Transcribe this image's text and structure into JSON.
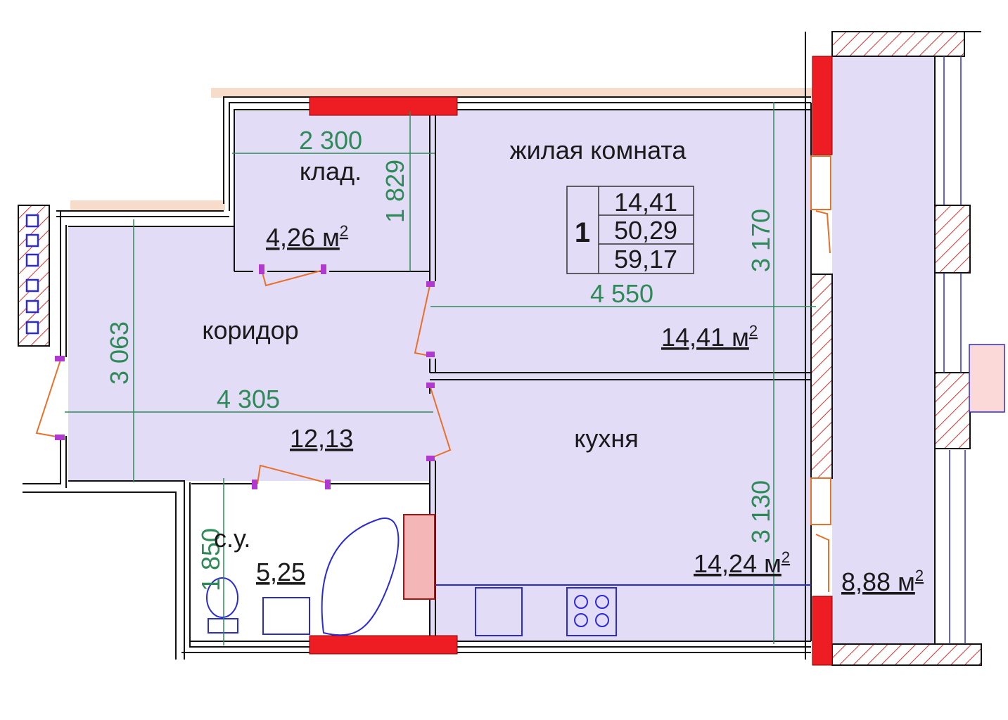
{
  "rooms": {
    "storage": {
      "name": "клад.",
      "area": "4,26 м",
      "area_sup": "2"
    },
    "living": {
      "name": "жилая комната",
      "area": "14,41 м",
      "area_sup": "2"
    },
    "corridor": {
      "name": "коридор",
      "area": "12,13"
    },
    "kitchen": {
      "name": "кухня",
      "area": "14,24 м",
      "area_sup": "2"
    },
    "bathroom": {
      "name": "с.у.",
      "area": "5,25"
    },
    "balcony": {
      "area": "8,88 м",
      "area_sup": "2"
    }
  },
  "summary_box": {
    "rooms_count": "1",
    "living_area": "14,41",
    "total_area": "50,29",
    "total_with_balcony": "59,17"
  },
  "dimensions": {
    "storage_width": "2 300",
    "storage_depth": "1 829",
    "living_width": "4 550",
    "living_depth": "3 170",
    "corridor_depth": "3 063",
    "corridor_width": "4 305",
    "kitchen_depth": "3 130",
    "bathroom_depth": "1 850"
  },
  "colors": {
    "room_fill": "#e3dcf7",
    "wall": "#111111",
    "dimension": "#2e8b57",
    "window": "#ee1d23",
    "hatch": "#e03030",
    "door": "#e8702a",
    "furniture": "#2b2bd6"
  }
}
